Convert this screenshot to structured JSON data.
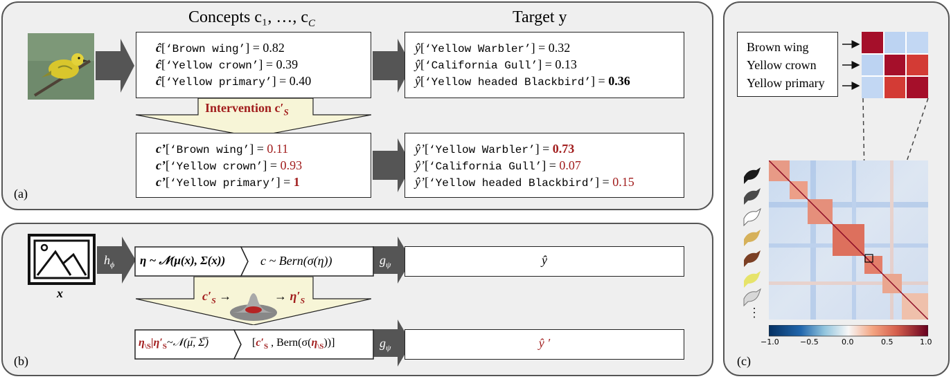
{
  "panel_a": {
    "label": "(a)",
    "concepts_header": "Concepts c₁, …, c",
    "concepts_header_sub": "C",
    "target_header": "Target y",
    "predicted_concepts": [
      {
        "sym": "ĉ",
        "name": "‘Brown wing’",
        "value": "0.82"
      },
      {
        "sym": "ĉ",
        "name": "‘Yellow crown’",
        "value": "0.39"
      },
      {
        "sym": "ĉ",
        "name": "‘Yellow primary’",
        "value": "0.40"
      }
    ],
    "predicted_targets": [
      {
        "sym": "ŷ",
        "name": "‘Yellow Warbler’",
        "value": "0.32"
      },
      {
        "sym": "ŷ",
        "name": "‘California Gull’",
        "value": "0.13"
      },
      {
        "sym": "ŷ",
        "name": "‘Yellow headed Blackbird’",
        "value": "0.36"
      }
    ],
    "intervention_label": "Intervention c′",
    "intervention_sub": "S",
    "intervened_concepts": [
      {
        "sym": "c’",
        "name": "‘Brown wing’",
        "value": "0.11"
      },
      {
        "sym": "c’",
        "name": "‘Yellow crown’",
        "value": "0.93"
      },
      {
        "sym": "c’",
        "name": "‘Yellow primary’",
        "value": "1"
      }
    ],
    "intervened_targets": [
      {
        "sym": "ŷ’",
        "name": "‘Yellow Warbler’",
        "value": "0.73"
      },
      {
        "sym": "ŷ’",
        "name": "‘California Gull’",
        "value": "0.07"
      },
      {
        "sym": "ŷ’",
        "name": "‘Yellow headed Blackbird’",
        "value": "0.15"
      }
    ]
  },
  "panel_b": {
    "label": "(b)",
    "input_label": "x",
    "encoder_label": "h",
    "encoder_sub": "ϕ",
    "head_label": "g",
    "head_sub": "ψ",
    "latent_eq": "η ~ 𝒩(μ(x), Σ(x))",
    "concept_eq": "c ~ Bern(σ(η))",
    "output": "ŷ",
    "cond_in": "c′",
    "cond_out": "η′",
    "sub_s": "S",
    "cond_eq_left": "η",
    "cond_eq_mid": "|η′",
    "cond_eq_dist": "~𝒩(μ̅, Σ̅)",
    "concat_eq_pre": "[",
    "concat_eq_mid": " , Bern(σ(",
    "concat_eq_post": "))]",
    "output_prime": "ŷ ′"
  },
  "panel_c": {
    "label": "(c)",
    "zoom_rows": [
      "Brown wing",
      "Yellow crown",
      "Yellow primary"
    ],
    "colorbar_ticks": [
      "−1.0",
      "−0.5",
      "0.0",
      "0.5",
      "1.0"
    ]
  },
  "colors": {
    "panel_bg": "#efefef",
    "arrow": "#555555",
    "highlight": "#a11d1d",
    "intervention_fill": "#f7f5d7"
  }
}
